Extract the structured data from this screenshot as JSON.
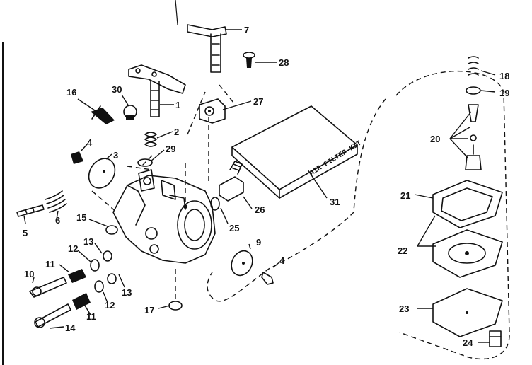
{
  "diagram": {
    "filter_text": "AIR FILTER KIT",
    "callouts": [
      "1",
      "2",
      "3",
      "4",
      "4",
      "5",
      "6",
      "7",
      "9",
      "10",
      "11",
      "11",
      "12",
      "12",
      "13",
      "13",
      "14",
      "15",
      "16",
      "17",
      "18",
      "19",
      "20",
      "21",
      "22",
      "23",
      "24",
      "25",
      "26",
      "27",
      "28",
      "29",
      "30",
      "31"
    ]
  },
  "colors": {
    "ink": "#111111",
    "paper": "#ffffff"
  }
}
